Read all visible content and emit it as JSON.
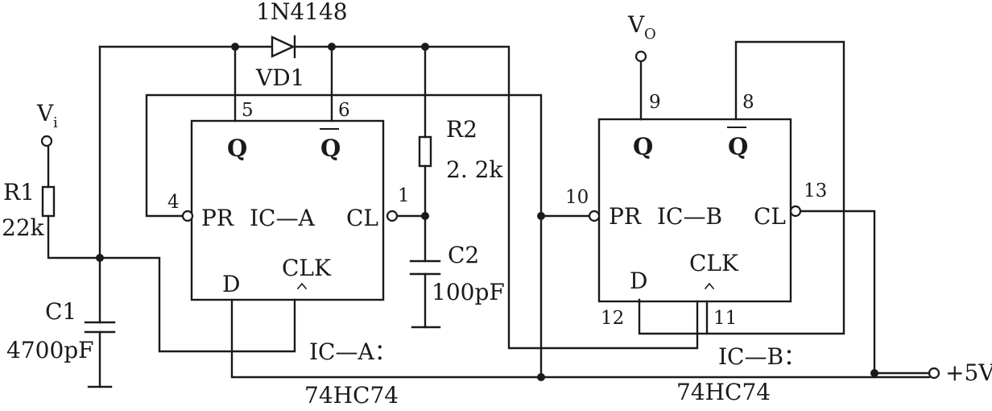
{
  "diode": {
    "part": "1N4148",
    "ref": "VD1"
  },
  "inputs": {
    "vi": "V",
    "vi_sub": "i",
    "vo": "V",
    "vo_sub": "O",
    "supply": "+5V"
  },
  "r1": {
    "ref": "R1",
    "value": "22k"
  },
  "r2": {
    "ref": "R2",
    "value": "2. 2k"
  },
  "c1": {
    "ref": "C1",
    "value": "4700pF"
  },
  "c2": {
    "ref": "C2",
    "value": "100pF"
  },
  "ic_a": {
    "title": "IC—A",
    "q": "Q",
    "qbar": "Q",
    "pr": "PR",
    "cl": "CL",
    "d": "D",
    "clk": "CLK",
    "pin_q": "5",
    "pin_qbar": "6",
    "pin_pr": "4",
    "pin_cl": "1",
    "caption": "IC—A：",
    "part": "74HC74"
  },
  "ic_b": {
    "title": "IC—B",
    "q": "Q",
    "qbar": "Q",
    "pr": "PR",
    "cl": "CL",
    "d": "D",
    "clk": "CLK",
    "pin_q": "9",
    "pin_qbar": "8",
    "pin_pr": "10",
    "pin_cl": "13",
    "pin_d": "12",
    "pin_clk": "11",
    "caption": "IC—B：",
    "part": "74HC74"
  }
}
